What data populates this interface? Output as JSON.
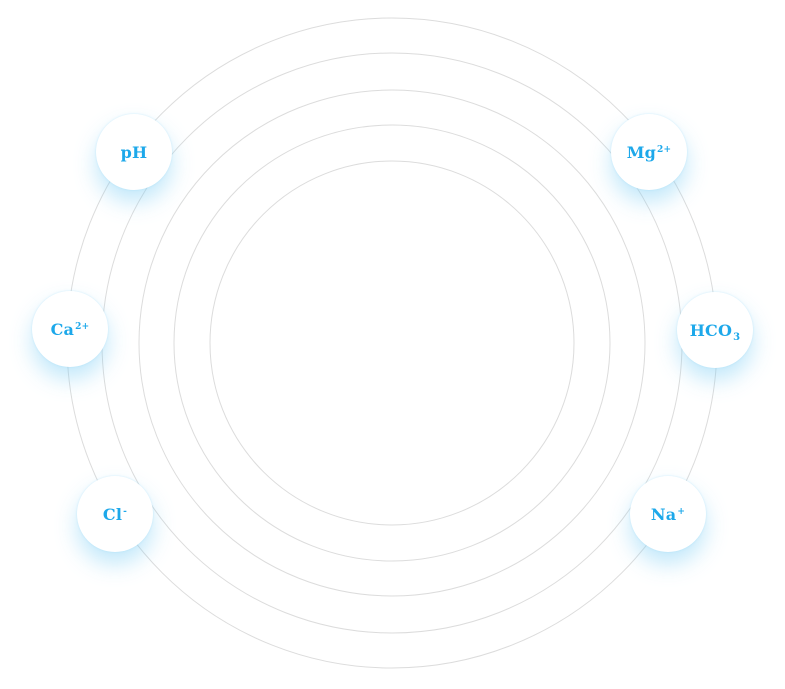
{
  "colors": {
    "accent": "#1da8ea",
    "ring": "#dcdcdc",
    "badge_background": "#ffffff"
  },
  "rings": [
    {
      "name": "ring-inner",
      "order": 1
    },
    {
      "name": "ring-2",
      "order": 2
    },
    {
      "name": "ring-3",
      "order": 3
    },
    {
      "name": "ring-4",
      "order": 4
    },
    {
      "name": "ring-outer",
      "order": 5
    }
  ],
  "ions": {
    "ph": {
      "base": "pH"
    },
    "mg": {
      "base": "Mg",
      "sup": "2+"
    },
    "ca": {
      "base": "Ca",
      "sup": "2+"
    },
    "hco3": {
      "base": "HCO",
      "sub": "3"
    },
    "cl": {
      "base": "Cl",
      "sup": "-"
    },
    "na": {
      "base": "Na",
      "sup": "+"
    }
  }
}
